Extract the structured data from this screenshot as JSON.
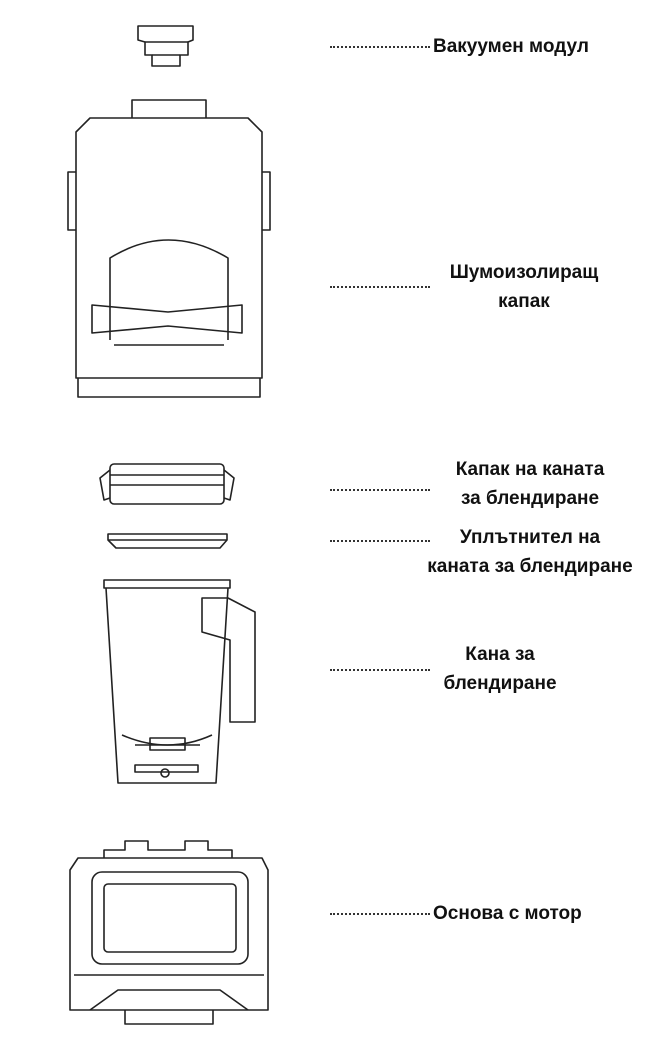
{
  "title": "Blender parts diagram",
  "labels": {
    "vacuum_module": "Вакуумен модул",
    "noise_hood_line1": "Шумоизолиращ",
    "noise_hood_line2": "капак",
    "jar_lid_line1": "Капак на каната",
    "jar_lid_line2": "за блендиране",
    "jar_gasket_line1": "Уплътнител на",
    "jar_gasket_line2": "каната за блендиране",
    "jar_line1": "Кана за",
    "jar_line2": "блендиране",
    "motor_base": "Основа с мотор"
  },
  "colors": {
    "line": "#222222",
    "text": "#111111"
  }
}
